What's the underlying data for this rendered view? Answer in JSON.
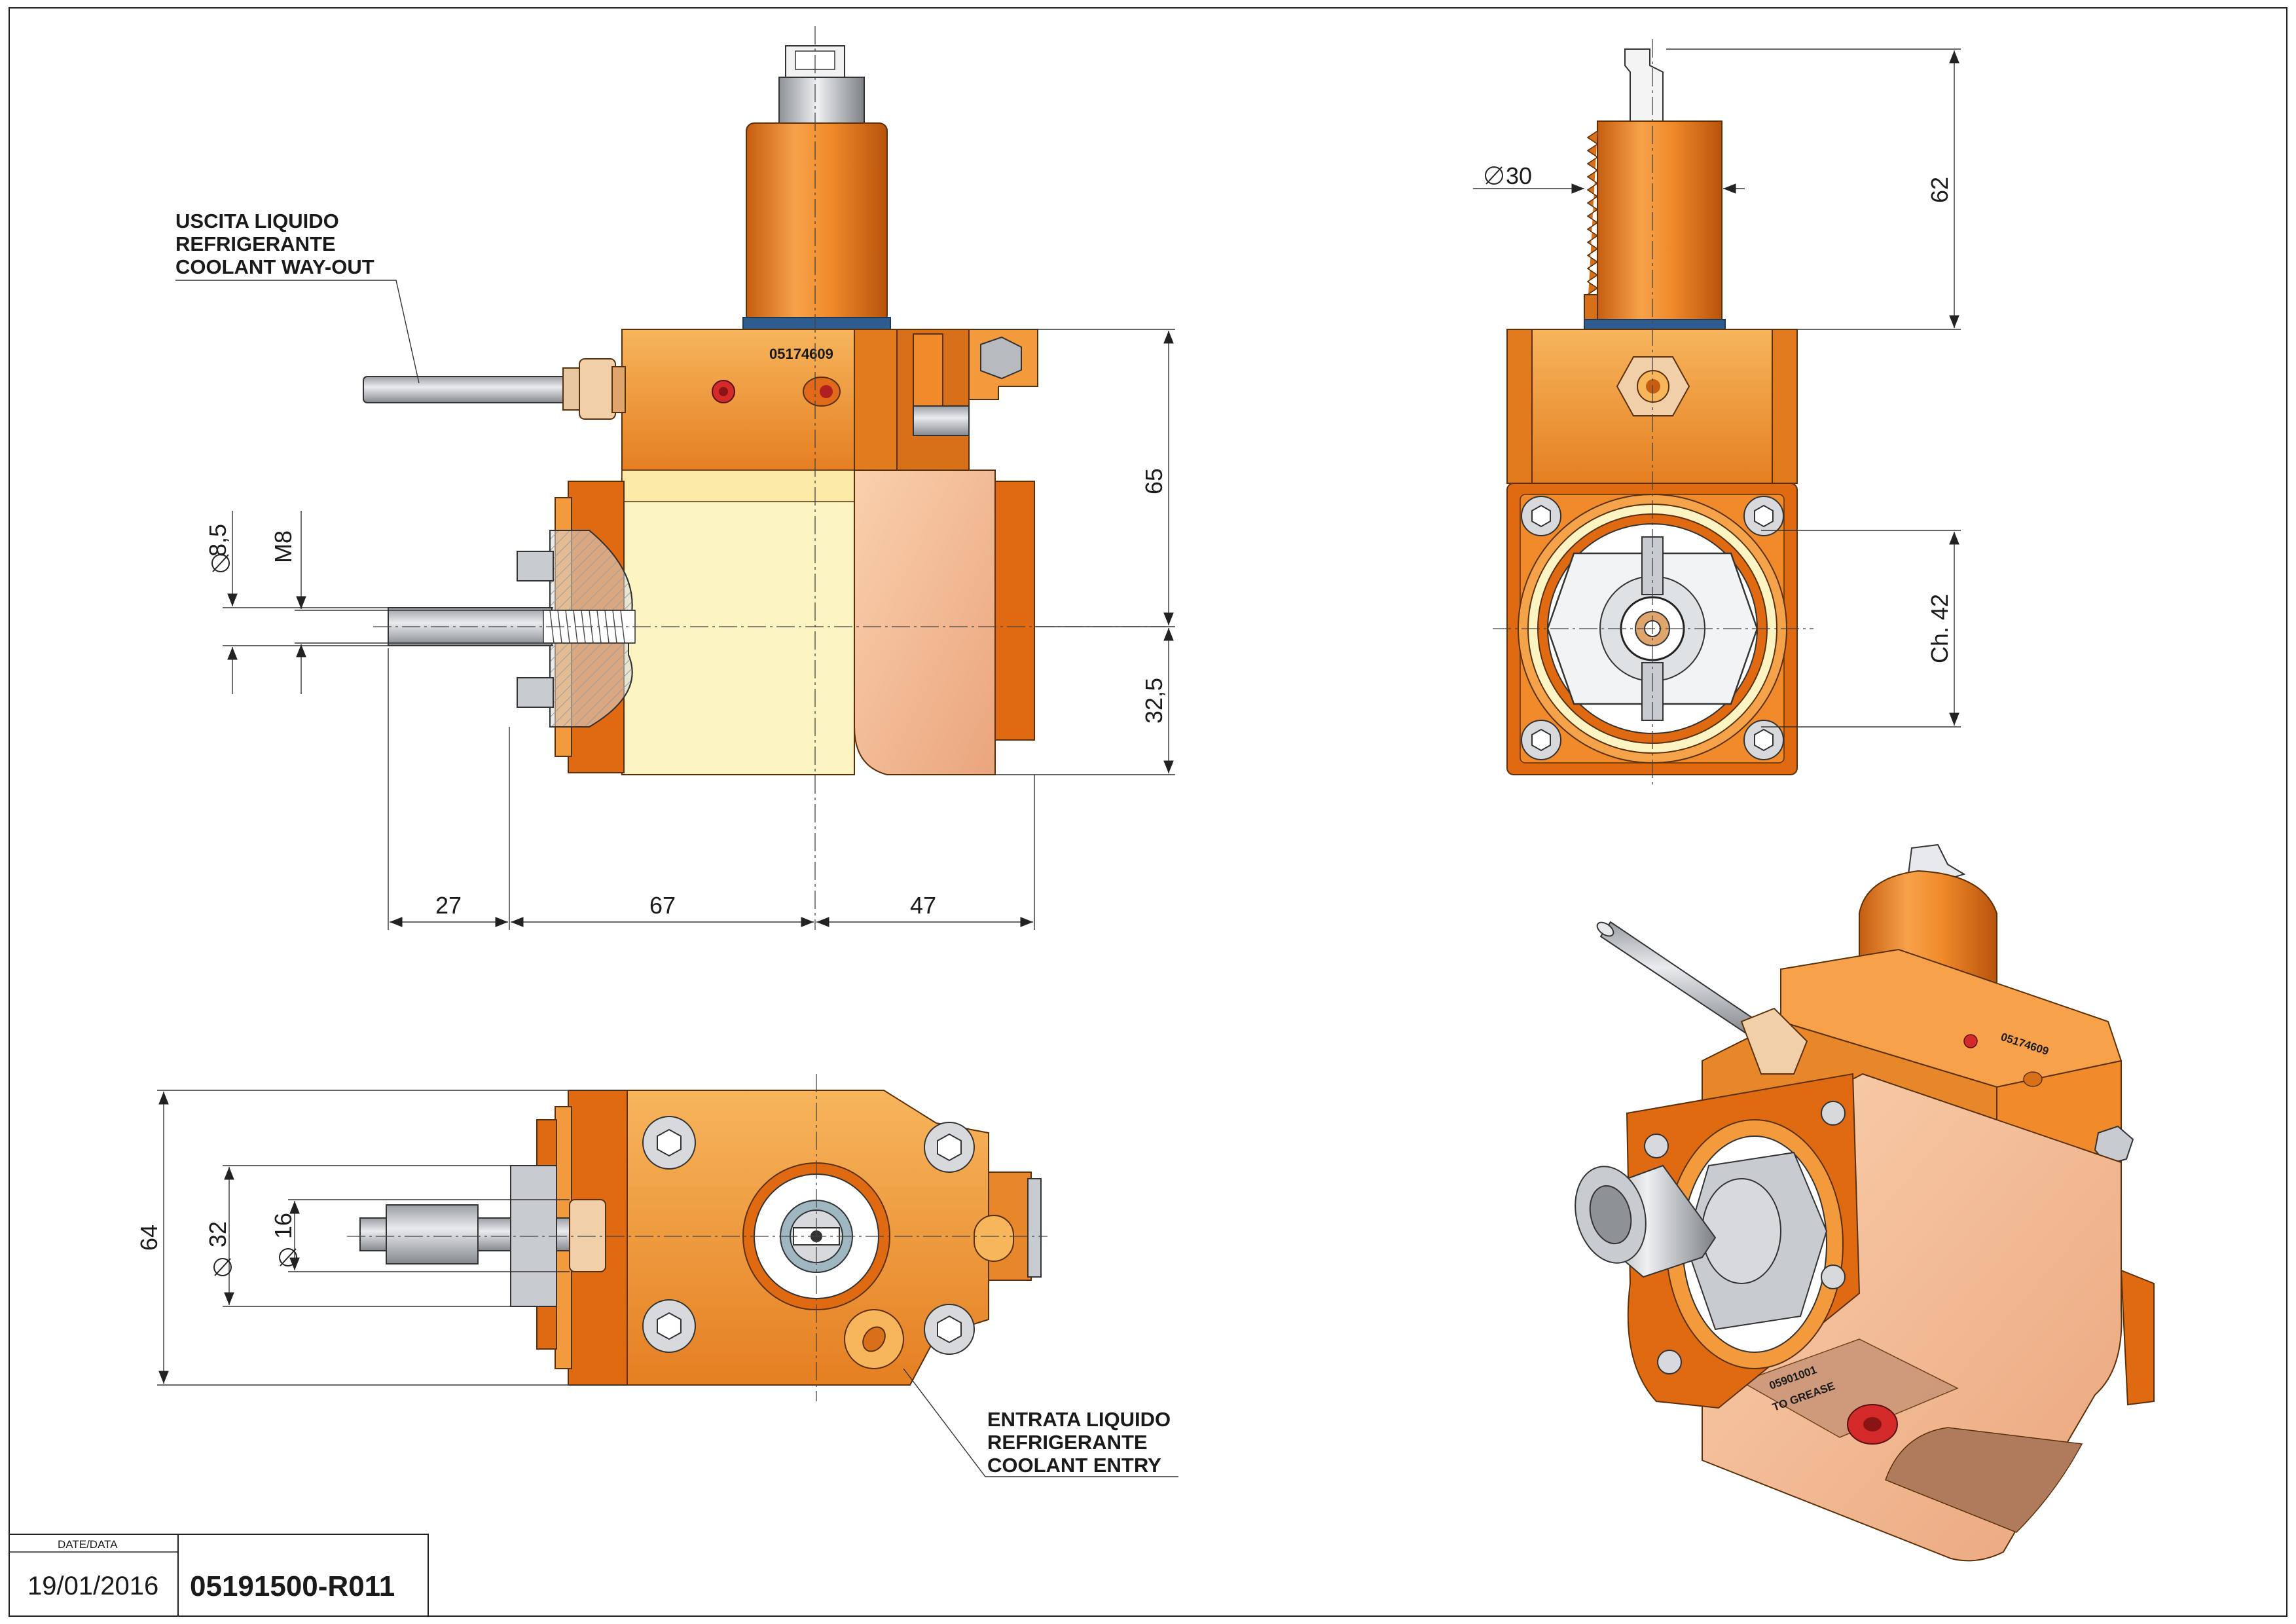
{
  "drawing": {
    "part_code_tag": "05174609",
    "grease_tag": "TO GREASE",
    "grease_code_tag": "05901001"
  },
  "notes": {
    "coolant_out": [
      "USCITA LIQUIDO",
      "REFRIGERANTE",
      "COOLANT WAY-OUT"
    ],
    "coolant_in": [
      "ENTRATA LIQUIDO",
      "REFRIGERANTE",
      "COOLANT ENTRY"
    ]
  },
  "dimensions": {
    "front_height_upper": "65",
    "front_height_lower": "32,5",
    "front_len_a": "27",
    "front_len_b": "67",
    "front_len_c": "47",
    "front_dia_hole": "8,5",
    "front_thread": "M8",
    "side_dia_shaft": "30",
    "side_height_shaft": "62",
    "side_hex": "Ch. 42",
    "top_width": "64",
    "top_dia_outer": "32",
    "top_dia_inner": "16"
  },
  "title_block": {
    "date_label": "DATE/DATA",
    "date": "19/01/2016",
    "code": "05191500-R011"
  },
  "colors": {
    "orange": "#f08a2a",
    "orange_light": "#f7b55c",
    "orange_dark": "#c65d10",
    "cream": "#fdf4c4",
    "peach": "#f6bc92",
    "steel": "#c8cbd0",
    "steel_dark": "#7d8186",
    "seal_blue": "#2f5c8e",
    "red_dot": "#d42a2a"
  }
}
